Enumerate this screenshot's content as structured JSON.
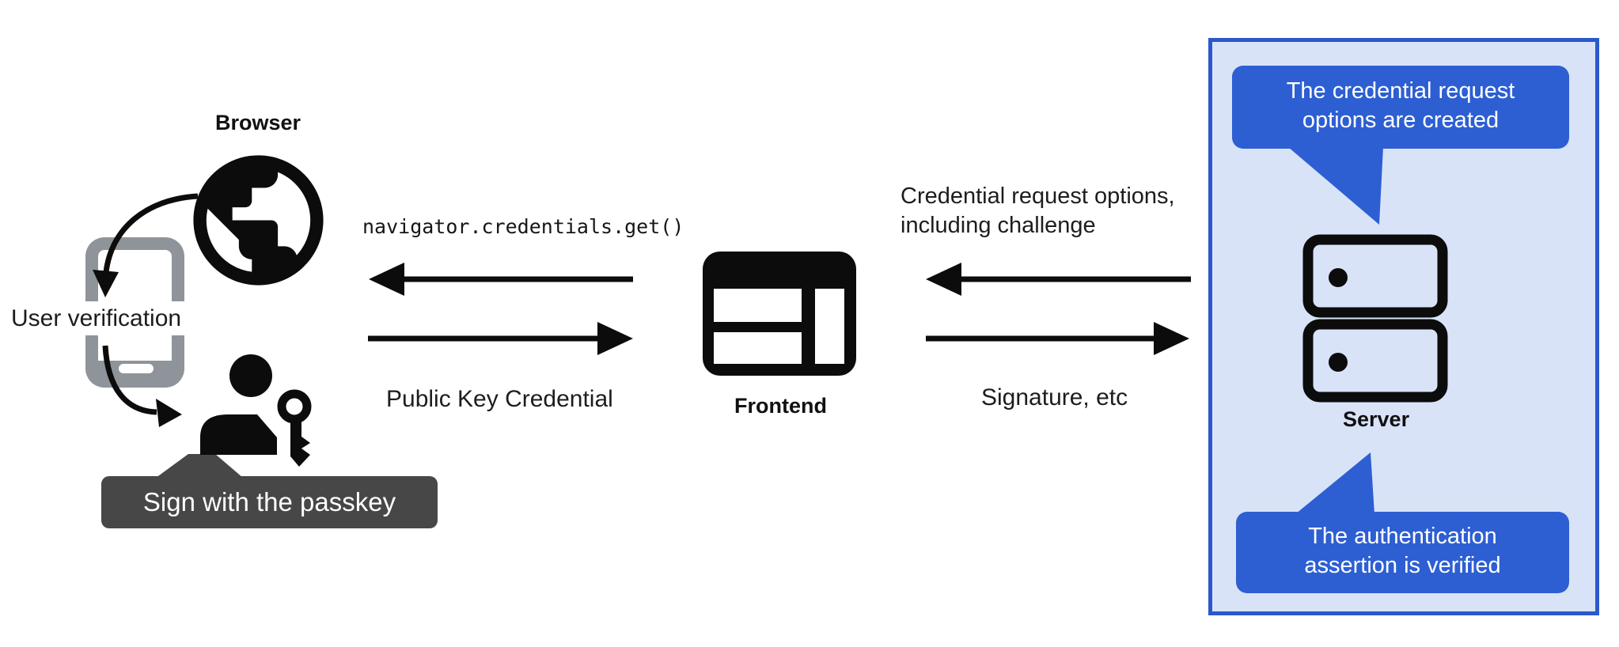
{
  "figure": {
    "title_hint": "Passkey authentication flow",
    "browser": {
      "label": "Browser",
      "user_verification": "User verification",
      "passkey_badge": "Sign with the passkey"
    },
    "frontend": {
      "label": "Frontend",
      "api_call": "navigator.credentials.get()",
      "response": "Public Key Credential"
    },
    "server": {
      "label": "Server",
      "request_line1": "Credential request options,",
      "request_line2": "including challenge",
      "response": "Signature, etc",
      "bubble_top_line1": "The credential request",
      "bubble_top_line2": "options are created",
      "bubble_bottom_line1": "The authentication",
      "bubble_bottom_line2": "assertion is verified"
    },
    "colors": {
      "accent_blue": "#2d5fd3",
      "panel_fill": "#d9e3f8",
      "panel_border": "#2b59cb",
      "badge_gray": "#474747",
      "phone_gray": "#8e9499",
      "text": "#1d1d1f"
    }
  }
}
